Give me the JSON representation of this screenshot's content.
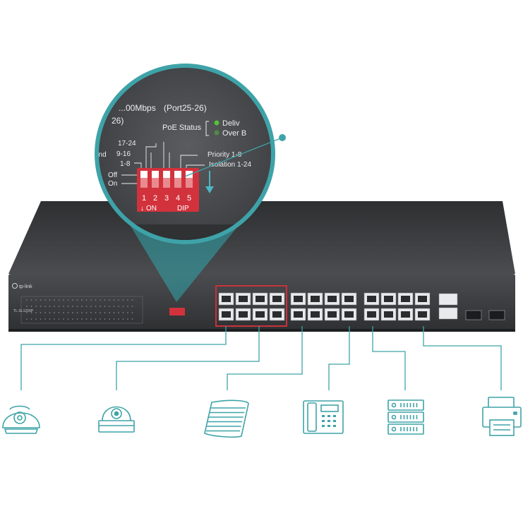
{
  "brand": "tp-link",
  "model": "TL-SL1226P",
  "colors": {
    "accent": "#3ea3a8",
    "dip_switch": "#d2323c",
    "poe_port_highlight": "#c8323a",
    "chassis": "#3a3c3f"
  },
  "zoom": {
    "speed_line": "...00Mbps",
    "speed_ports": "(Port25-26)",
    "poe_status_label": "PoE Status",
    "poe_status_items": [
      "Deliv",
      "Over B"
    ],
    "mode_partial": "end",
    "dip_groups_left": [
      "17-24",
      "9-16",
      "1-8"
    ],
    "dip_groups_right": [
      "Priority 1-8",
      "Isolation 1-24"
    ],
    "off_label": "Off",
    "on_label": "On",
    "dip_numbers": [
      "1",
      "2",
      "3",
      "4",
      "5"
    ],
    "on_marker": "ON",
    "dip_label": "DIP"
  },
  "devices": [
    {
      "icon": "dome-camera-icon"
    },
    {
      "icon": "security-camera-icon"
    },
    {
      "icon": "access-point-icon"
    },
    {
      "icon": "ip-phone-icon"
    },
    {
      "icon": "server-icon"
    },
    {
      "icon": "printer-icon"
    }
  ]
}
